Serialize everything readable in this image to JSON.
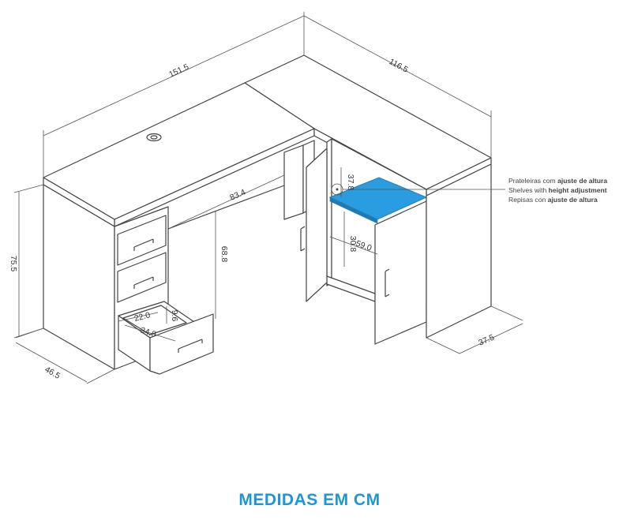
{
  "accent_color": "#1e95d6",
  "shelf_color": "#2a9ce0",
  "dimensions": {
    "width_left": "151.5",
    "width_right": "116.5",
    "height": "75.5",
    "depth_left": "46.5",
    "depth_right": "37.5",
    "knee_width": "83.4",
    "knee_height": "68.8",
    "shelf_upper": "37.8",
    "shelf_lower": "30.8",
    "shelf_width": "59.0",
    "drawer_depth": "34.0",
    "drawer_width": "22.0",
    "drawer_height": "9.6"
  },
  "callout": {
    "pt_prefix": "Prateleiras com ",
    "pt_bold": "ajuste de altura",
    "en_prefix": "Shelves with ",
    "en_bold": "height adjustment",
    "es_prefix": "Repisas con ",
    "es_bold": "ajuste de altura"
  },
  "footer": {
    "label": "MEDIDAS EM CM"
  }
}
